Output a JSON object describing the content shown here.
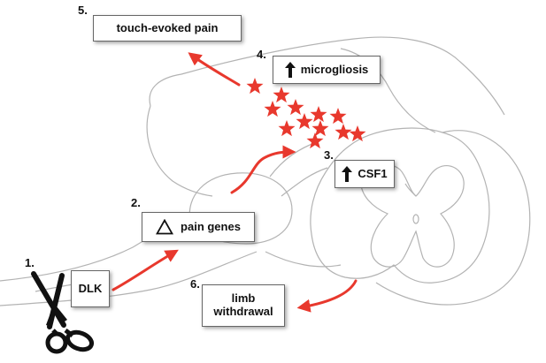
{
  "colors": {
    "arrow": "#e8382d",
    "star": "#e8382d",
    "outline": "#b3b3b3",
    "box_border": "#666666"
  },
  "steps": {
    "s1": {
      "number": "1.",
      "label": "DLK"
    },
    "s2": {
      "number": "2.",
      "label": "pain genes",
      "icon": "delta-triangle-icon"
    },
    "s3": {
      "number": "3.",
      "label": "CSF1",
      "icon": "up-arrow-icon"
    },
    "s4": {
      "number": "4.",
      "label": "microgliosis",
      "icon": "up-arrow-icon"
    },
    "s5": {
      "number": "5.",
      "label": "touch-evoked pain"
    },
    "s6": {
      "number": "6.",
      "label_line1": "limb",
      "label_line2": "withdrawal"
    }
  },
  "icons": [
    "scissors-icon",
    "star-icon",
    "up-arrow-icon",
    "delta-triangle-icon"
  ]
}
